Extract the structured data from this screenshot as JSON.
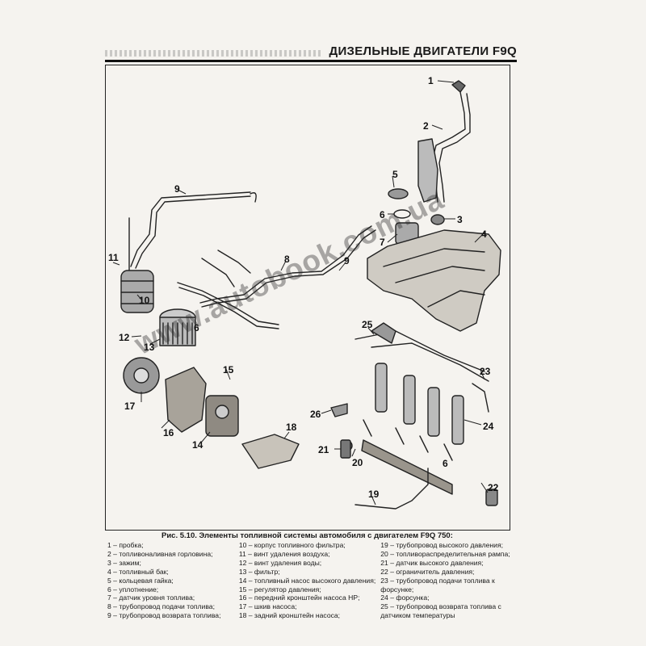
{
  "header": {
    "title": "ДИЗЕЛЬНЫЕ ДВИГАТЕЛИ F9Q"
  },
  "figure": {
    "caption": "Рис. 5.10. Элементы топливной системы автомобиля с двигателем F9Q 750:",
    "callouts": [
      "1",
      "2",
      "3",
      "4",
      "5",
      "6",
      "7",
      "8",
      "9",
      "9",
      "10",
      "11",
      "12",
      "13",
      "14",
      "15",
      "16",
      "17",
      "18",
      "19",
      "20",
      "21",
      "22",
      "23",
      "24",
      "25",
      "26",
      "6",
      "6"
    ]
  },
  "watermark": "www.autobook.com.ua",
  "legend": {
    "col1": [
      "1 – пробка;",
      "2 – топливоналивная горловина;",
      "3 – зажим;",
      "4 – топливный бак;",
      "5 – кольцевая гайка;",
      "6 – уплотнение;",
      "7 – датчик уровня топлива;",
      "8 – трубопровод подачи топлива;",
      "9 – трубопровод возврата топлива;"
    ],
    "col2": [
      "10 – корпус топливного фильтра;",
      "11 – винт удаления воздуха;",
      "12 – винт удаления воды;",
      "13 – фильтр;",
      "14 – топливный насос высокого давления;",
      "15 – регулятор давления;",
      "16 – передний кронштейн насоса HP;",
      "17 – шкив насоса;",
      "18 – задний кронштейн насоса;"
    ],
    "col3": [
      "19 – трубопровод высокого давления;",
      "20 – топливораспределительная рампа;",
      "21 – датчик высокого давления;",
      "22 – ограничитель давления;",
      "23 – трубопровод подачи топлива к",
      "форсунке;",
      "24 – форсунка;",
      "25 – трубопровод возврата топлива с",
      "датчиком температуры"
    ]
  }
}
